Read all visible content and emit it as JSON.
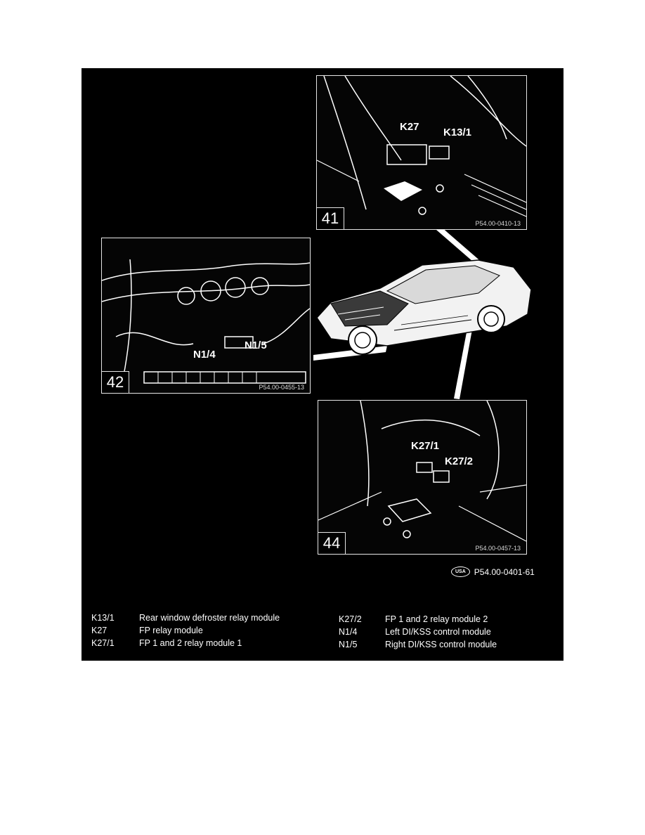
{
  "figure": {
    "reference_badge": "USA",
    "reference_code": "P54.00-0401-61",
    "photos": [
      {
        "number": "41",
        "code": "P54.00-0410-13",
        "labels": [
          "K27",
          "K13/1"
        ]
      },
      {
        "number": "42",
        "code": "P54.00-0455-13",
        "labels": [
          "N1/4",
          "N1/5"
        ]
      },
      {
        "number": "44",
        "code": "P54.00-0457-13",
        "labels": [
          "K27/1",
          "K27/2"
        ]
      }
    ]
  },
  "legend": [
    {
      "code": "K13/1",
      "description": "Rear window defroster relay module"
    },
    {
      "code": "K27",
      "description": "FP relay module"
    },
    {
      "code": "K27/1",
      "description": "FP 1 and 2 relay module 1"
    },
    {
      "code": "K27/2",
      "description": "FP 1 and 2 relay module 2"
    },
    {
      "code": "N1/4",
      "description": "Left DI/KSS control module"
    },
    {
      "code": "N1/5",
      "description": "Right DI/KSS control module"
    }
  ]
}
